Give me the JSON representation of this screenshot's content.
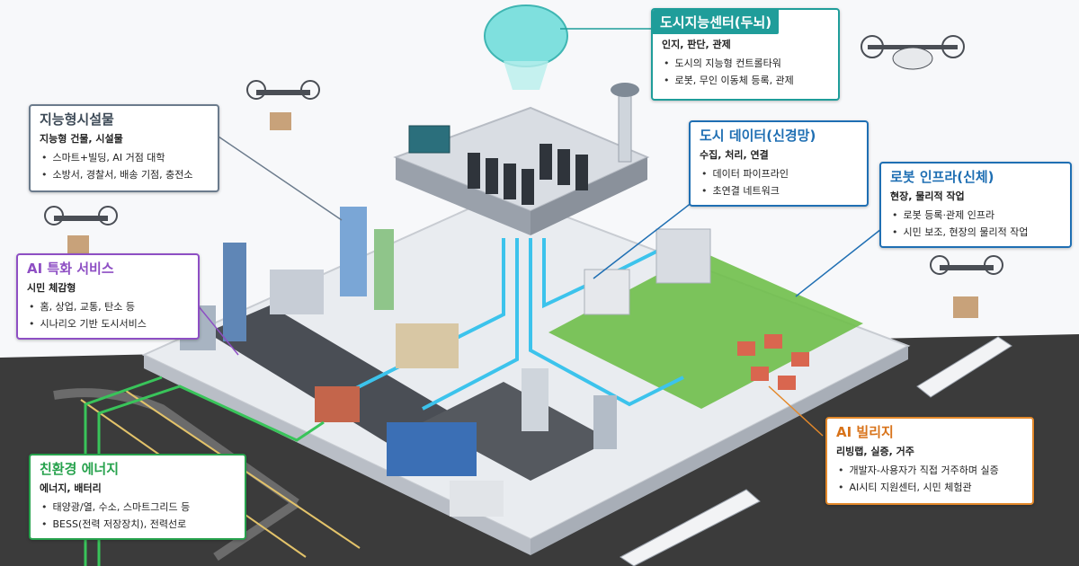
{
  "colors": {
    "teal": "#1f9d9a",
    "blue": "#1f6fb3",
    "gray": "#6b7b8c",
    "purple": "#8e4fc4",
    "green": "#27a24d",
    "orange": "#e3882a",
    "cyan_line": "#3cc3ec"
  },
  "cards": {
    "brain": {
      "title": "도시지능센터(두뇌)",
      "sub": "인지, 판단, 관제",
      "items": [
        "도시의 지능형 컨트롤타워",
        "로봇, 무인 이동체 등록, 관제"
      ]
    },
    "data": {
      "title": "도시 데이터(신경망)",
      "sub": "수집, 처리, 연결",
      "items": [
        "데이터 파이프라인",
        "초연결 네트워크"
      ]
    },
    "robot": {
      "title": "로봇 인프라(신체)",
      "sub": "현장, 물리적 작업",
      "items": [
        "로봇 등록·관제 인프라",
        "시민 보조, 현장의 물리적 작업"
      ]
    },
    "facility": {
      "title": "지능형시설물",
      "sub": "지능형 건물, 시설물",
      "items": [
        "스마트+빌딩, AI 거점 대학",
        "소방서, 경찰서, 배송 기점, 충전소"
      ]
    },
    "service": {
      "title": "AI 특화 서비스",
      "sub": "시민 체감형",
      "items": [
        "홈, 상업, 교통, 탄소 등",
        "시나리오 기반 도시서비스"
      ]
    },
    "energy": {
      "title": "친환경 에너지",
      "sub": "에너지, 배터리",
      "items": [
        "태양광/열, 수소, 스마트그리드 등",
        "BESS(전력 저장장치), 전력선로"
      ]
    },
    "village": {
      "title": "AI 빌리지",
      "sub": "리빙랩, 실증, 거주",
      "items": [
        "개발자-사용자가 직접 거주하며 실증",
        "AI시티 지원센터, 시민 체험관"
      ]
    }
  }
}
